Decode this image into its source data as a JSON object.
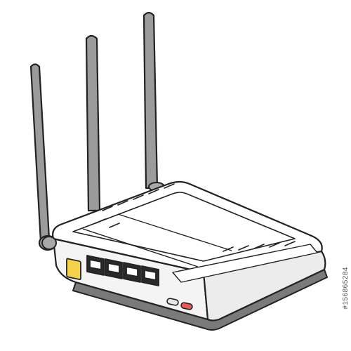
{
  "illustration": {
    "subject": "wireless-router",
    "colors": {
      "outline": "#222222",
      "antenna": "#9b9b9b",
      "body_top": "#ffffff",
      "body_shade": "#e6e6e6",
      "base_shadow": "#7a7a7a",
      "usb_port": "#f3d24a",
      "led_off": "#e8e8e8",
      "led_on": "#e85a5a"
    },
    "antennas": 3,
    "ethernet_ports": 4,
    "usb_ports": 1,
    "indicator_leds": 2
  },
  "watermark": {
    "stock_id": "#156865284"
  }
}
